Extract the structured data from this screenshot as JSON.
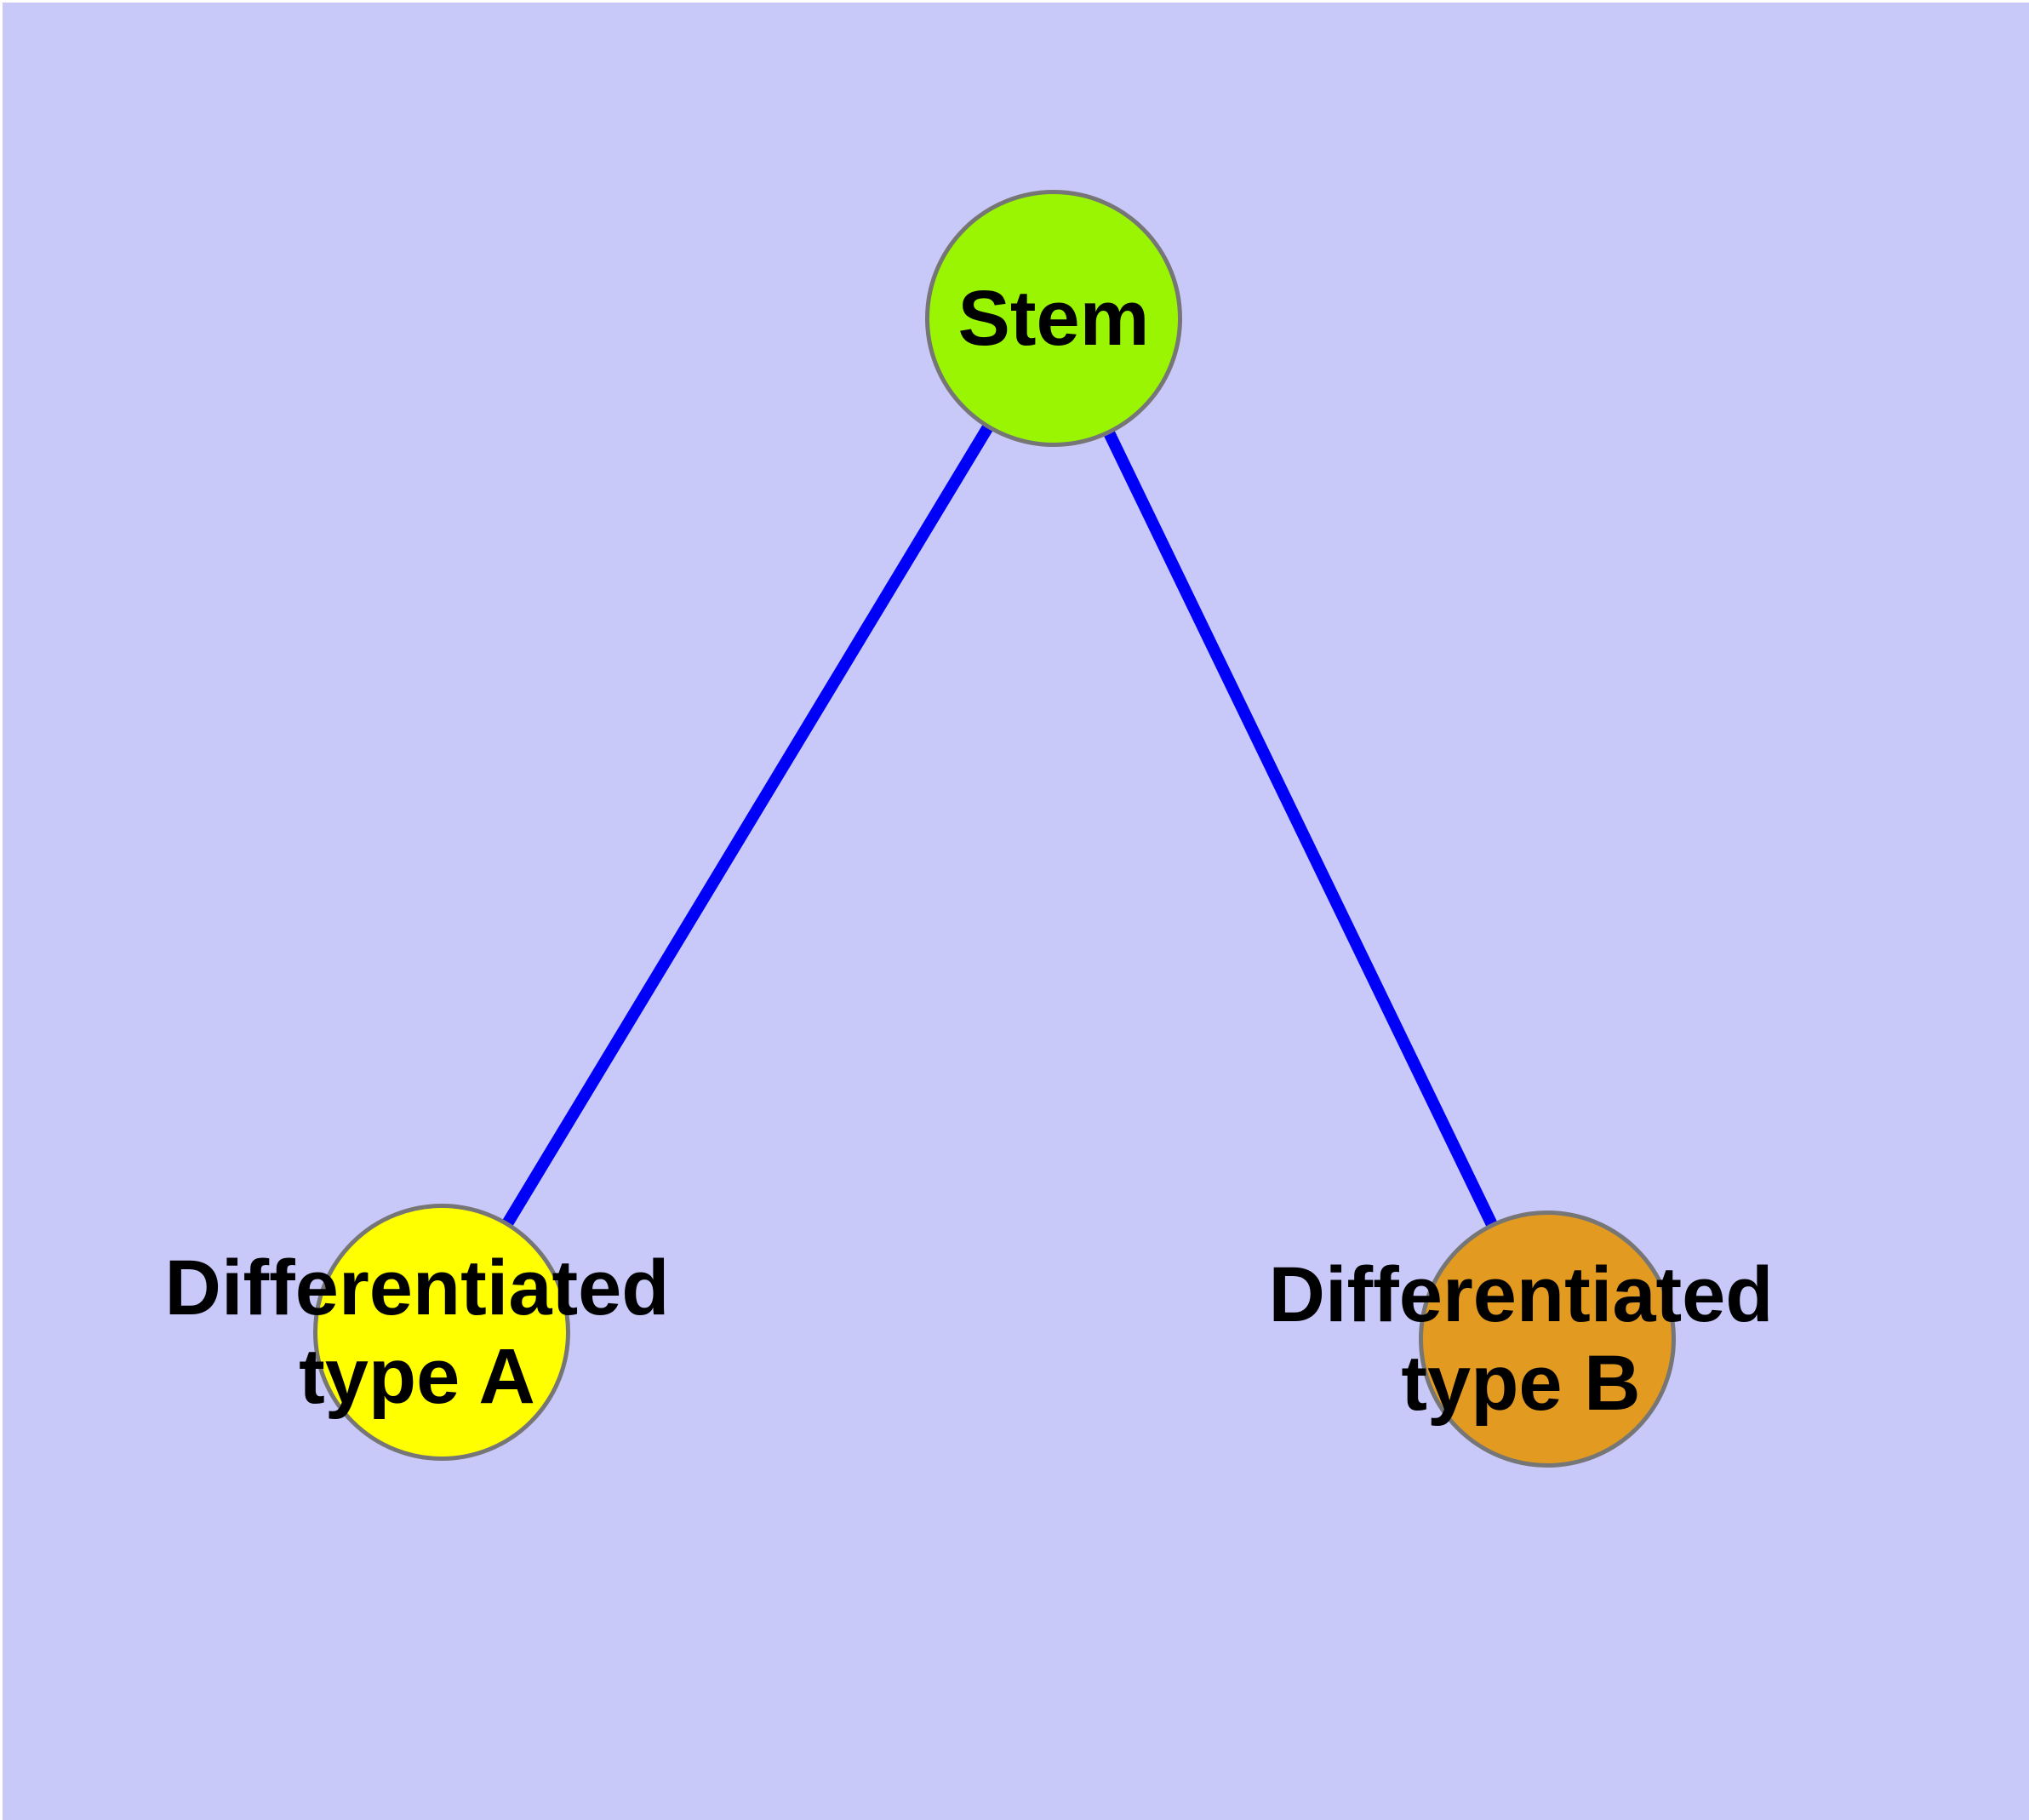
{
  "figure": {
    "type": "node-link-diagram",
    "description": "Stem cell differentiation tree with one stem node and two differentiated cell type nodes"
  },
  "colors": {
    "background": "#C9C9F9",
    "page_border": "#FFFFFF",
    "edge_blue": "#0000F8",
    "node_border_gray": "#767676",
    "stem_fill": "#9AF502",
    "type_a_fill": "#FFFF00",
    "type_b_fill": "#E39A21",
    "label_text": "#000000"
  },
  "nodes": {
    "stem": {
      "label": "Stem"
    },
    "type_a": {
      "label_line1": "Differentiated",
      "label_line2": "type A"
    },
    "type_b": {
      "label_line1": "Differentiated",
      "label_line2": "type B"
    }
  },
  "edges": [
    {
      "from": "Stem",
      "to": "Differentiated type A"
    },
    {
      "from": "Stem",
      "to": "Differentiated type B"
    }
  ]
}
